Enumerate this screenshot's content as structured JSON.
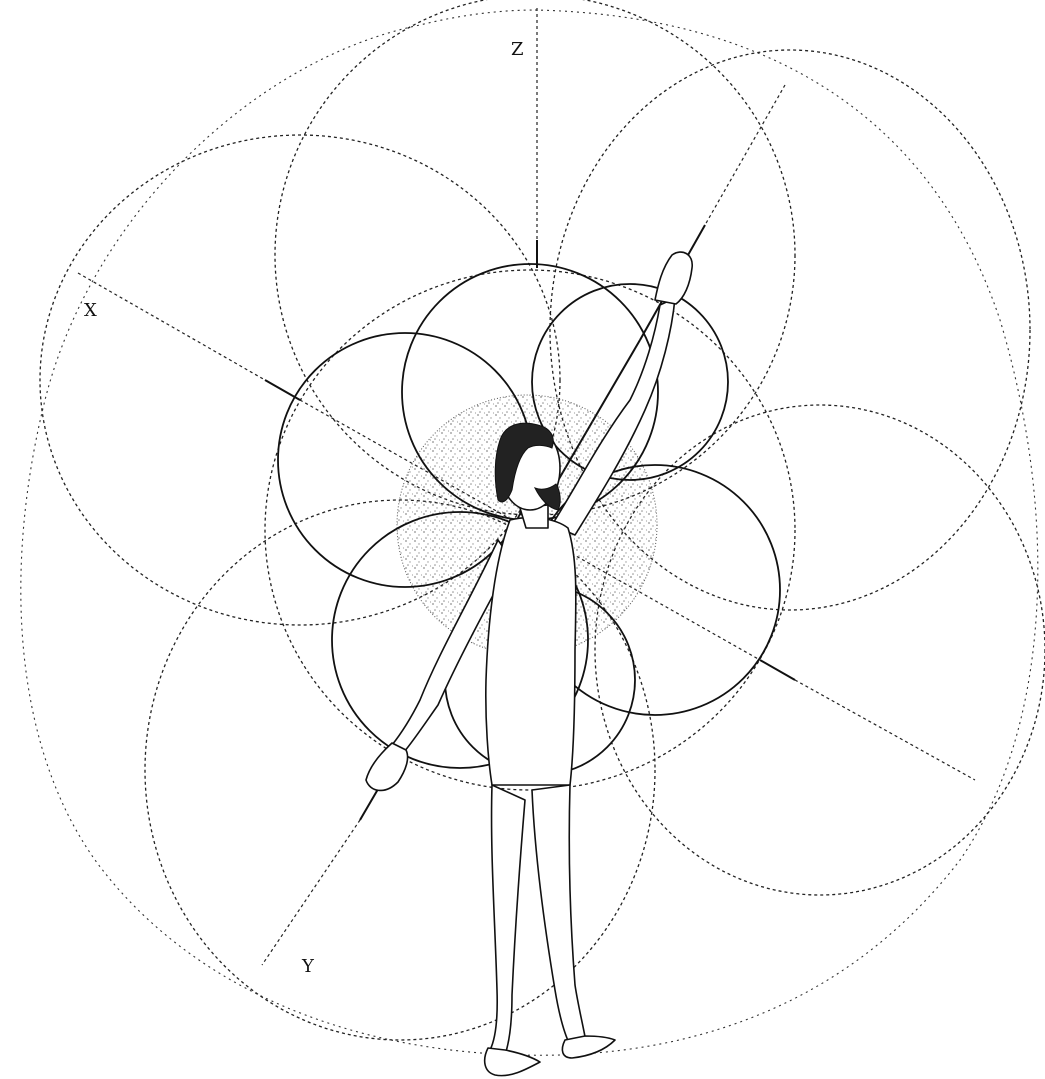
{
  "diagram": {
    "axis_labels": {
      "z": "Z",
      "x": "X",
      "y": "Y"
    }
  }
}
